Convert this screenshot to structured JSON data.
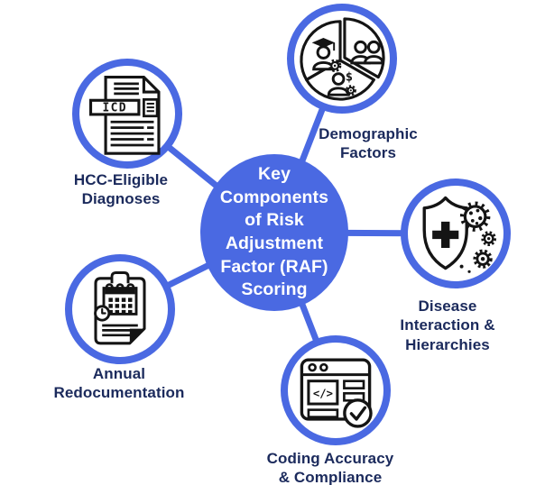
{
  "diagram": {
    "center": {
      "title": "Key\nComponents\nof Risk\nAdjustment\nFactor (RAF)\nScoring"
    },
    "nodes": [
      {
        "id": "hcc-eligible-diagnoses",
        "label": "HCC-Eligible\nDiagnoses",
        "icon": "icd-document-icon",
        "icon_text": "ICD"
      },
      {
        "id": "demographic-factors",
        "label": "Demographic\nFactors",
        "icon": "population-pie-icon",
        "icon_text": "$"
      },
      {
        "id": "disease-interaction-hierarchies",
        "label": "Disease\nInteraction &\nHierarchies",
        "icon": "shield-virus-gears-icon"
      },
      {
        "id": "coding-accuracy-compliance",
        "label": "Coding Accuracy\n& Compliance",
        "icon": "code-window-check-icon",
        "icon_text": "</>"
      },
      {
        "id": "annual-redocumentation",
        "label": "Annual\nRedocumentation",
        "icon": "clipboard-calendar-icon"
      }
    ],
    "colors": {
      "accent_blue": "#4a69e2",
      "label_navy": "#1b2a5c",
      "icon_ink": "#141414",
      "center_text": "#ffffff",
      "background": "#ffffff"
    }
  }
}
